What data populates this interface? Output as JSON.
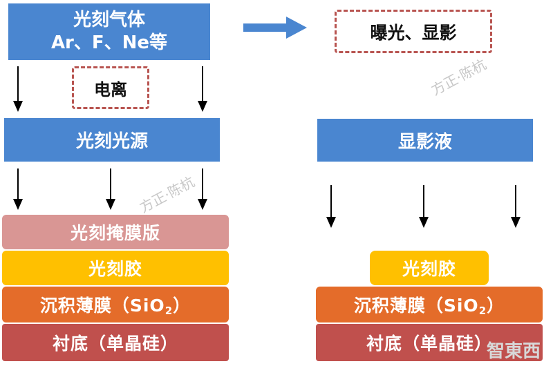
{
  "left": {
    "gas": {
      "line1": "光刻气体",
      "line2": "Ar、F、Ne等"
    },
    "ionization": "电离",
    "light_source": "光刻光源",
    "layers": {
      "mask": "光刻掩膜版",
      "photoresist": "光刻胶",
      "film": "沉积薄膜（SiO",
      "film_sub": "2",
      "film_end": "）",
      "substrate": "衬底（单晶硅）"
    }
  },
  "right": {
    "process": "曝光、显影",
    "developer": "显影液",
    "layers": {
      "photoresist": "光刻胶",
      "film": "沉积薄膜（SiO",
      "film_sub": "2",
      "film_end": "）",
      "substrate": "衬底（单晶硅）"
    }
  },
  "watermark": "方正·陈杭",
  "logo_text": "智東西",
  "colors": {
    "blue": "#4a86d0",
    "mask": "#d99694",
    "photoresist": "#ffc000",
    "film": "#e46c2a",
    "substrate": "#c0504d",
    "dashed_border": "#b85450"
  }
}
